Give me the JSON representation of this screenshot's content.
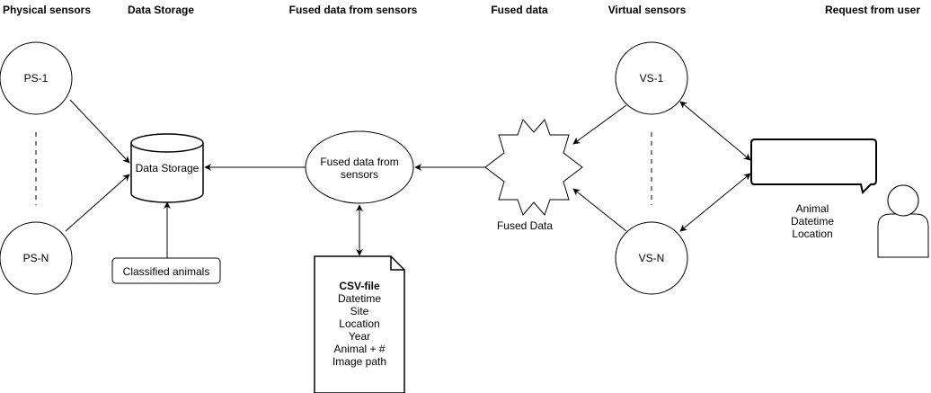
{
  "headers": {
    "physical_sensors": "Physical sensors",
    "data_storage": "Data Storage",
    "fused_from_sensors": "Fused data from sensors",
    "fused_data": "Fused data",
    "virtual_sensors": "Virtual sensors",
    "request_from_user": "Request from user"
  },
  "nodes": {
    "ps1": "PS-1",
    "psn": "PS-N",
    "data_storage": "Data Storage",
    "classified_animals": "Classified animals",
    "fused_sensors_line1": "Fused data from",
    "fused_sensors_line2": "sensors",
    "fused_data_caption": "Fused Data",
    "vs1": "VS-1",
    "vsn": "VS-N"
  },
  "csv_file": {
    "title": "CSV-file",
    "fields": [
      "Datetime",
      "Site",
      "Location",
      "Year",
      "Animal + #",
      "Image path"
    ]
  },
  "user_request": {
    "fields": [
      "Animal",
      "Datetime",
      "Location"
    ]
  },
  "colors": {
    "stroke": "#000000",
    "background": "#ffffff"
  }
}
